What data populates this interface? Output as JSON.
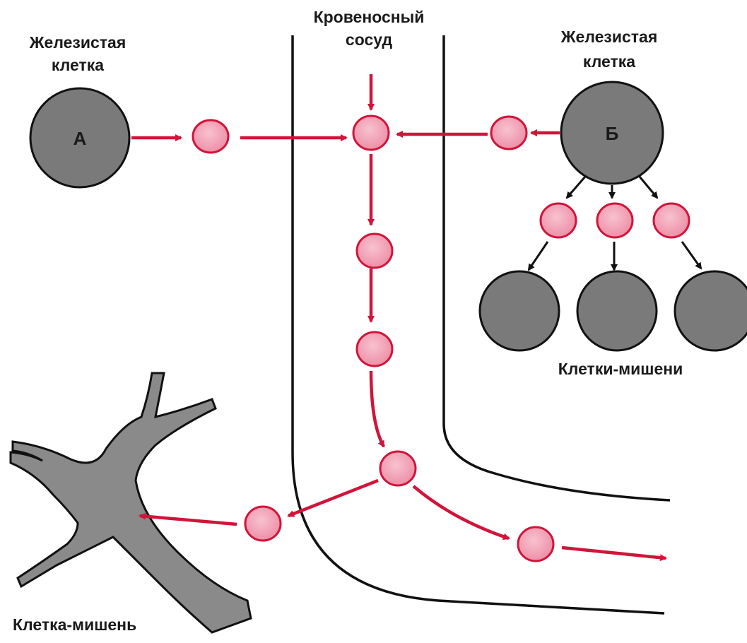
{
  "labels": {
    "gland_a_line1": "Железистая",
    "gland_a_line2": "клетка",
    "vessel_line1": "Кровеносный",
    "vessel_line2": "сосуд",
    "gland_b_line1": "Железистая",
    "gland_b_line2": "клетка",
    "cell_a_letter": "А",
    "cell_b_letter": "Б",
    "target_cells": "Клетки-мишени",
    "target_cell": "Клетка-мишень"
  },
  "colors": {
    "hormone_fill": "#f4a3b6",
    "hormone_stroke": "#d1143a",
    "arrow_red": "#d1143a",
    "cell_fill": "#7a7a7a",
    "outline": "#111111"
  }
}
